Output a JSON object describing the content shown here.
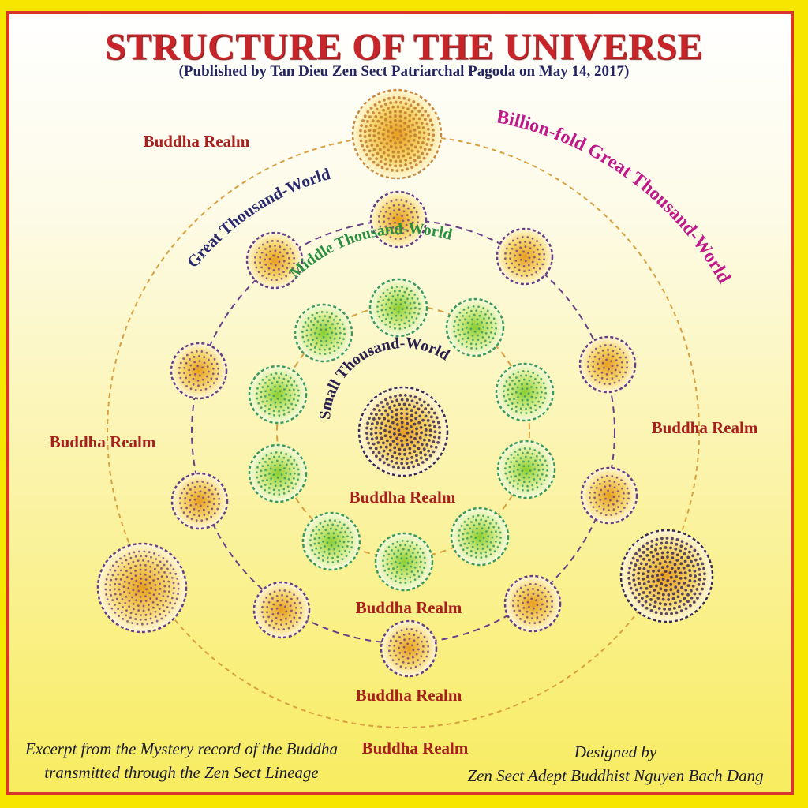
{
  "title": "STRUCTURE OF THE UNIVERSE",
  "subtitle": "(Published by Tan Dieu Zen Sect Patriarchal Pagoda on May 14, 2017)",
  "labels": {
    "billion_fold": "Billion-fold Great Thousand-World",
    "great": "Great Thousand-World",
    "middle": "Middle Thousand-World",
    "small": "Small Thousand-World",
    "realm": "Buddha Realm"
  },
  "footer": {
    "left_line1": "Excerpt from the Mystery record of the Buddha",
    "left_line2": "transmitted through the Zen Sect Lineage",
    "right_line1": "Designed by",
    "right_line2": "Zen Sect Adept Buddhist Nguyen Bach Dang"
  },
  "colors": {
    "outer": "#d9a040",
    "great": "#6a3f8a",
    "middle": "#3aa050",
    "billion": "#c01a8a",
    "small": "#2a2050"
  }
}
